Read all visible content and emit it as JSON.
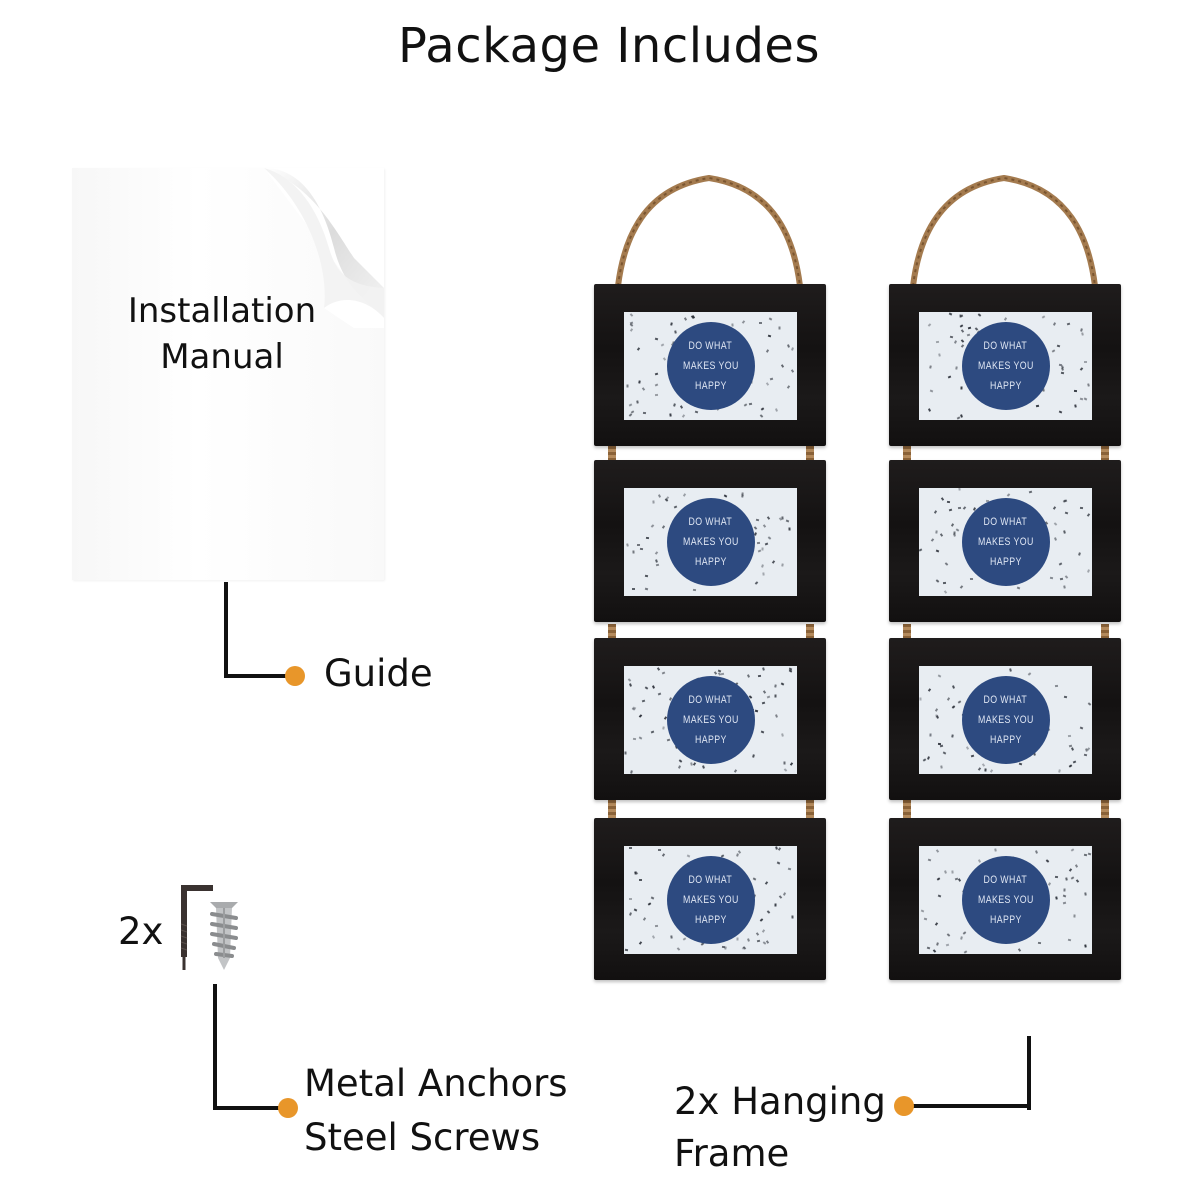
{
  "title": "Package Includes",
  "manual": {
    "line1": "Installation",
    "line2": "Manual"
  },
  "callouts": {
    "guide": "Guide",
    "hardware_qty": "2x",
    "hardware_line1": "Metal Anchors",
    "hardware_line2": "Steel Screws",
    "frame_line1": "2x Hanging",
    "frame_line2": "Frame"
  },
  "frame_print": {
    "line1": "DO WHAT",
    "line2": "MAKES YOU",
    "line3": "HAPPY"
  },
  "colors": {
    "accent_dot": "#e8962a",
    "circle": "#2d4a80",
    "frame_wood": "#1a1818",
    "rope": "#a47b4f"
  }
}
